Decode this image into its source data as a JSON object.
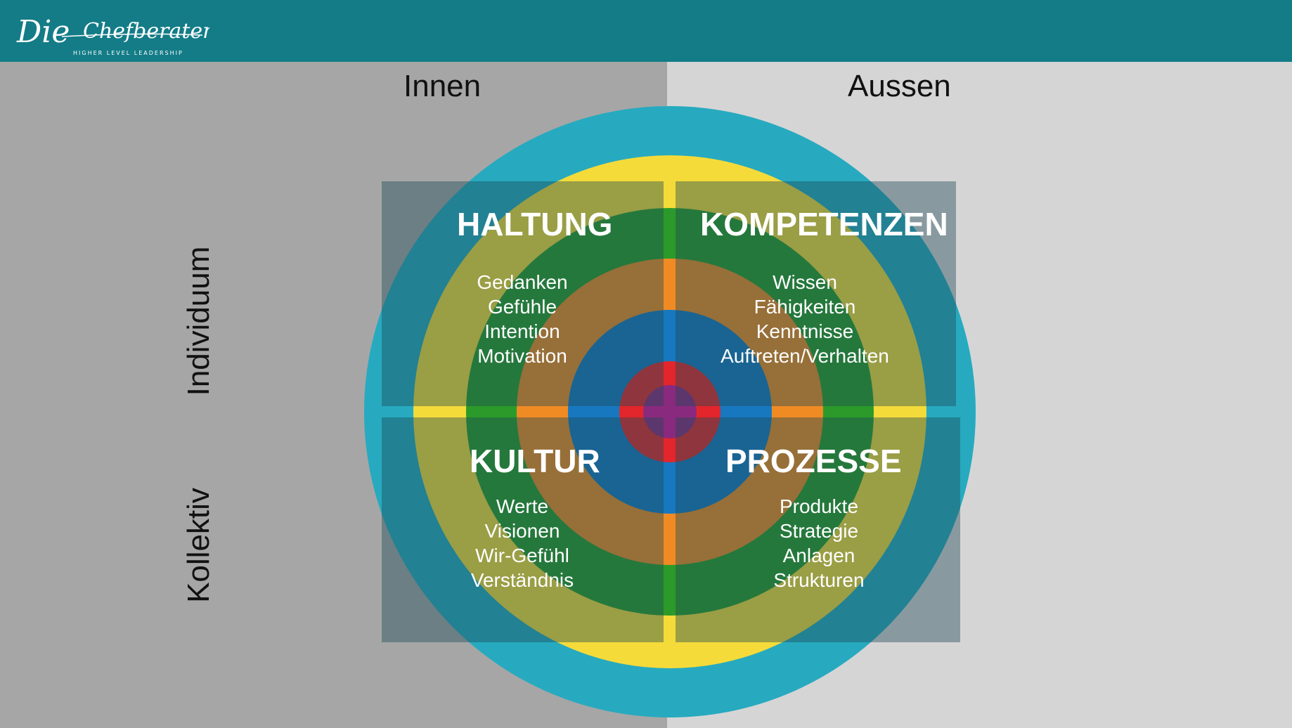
{
  "logo": {
    "title": "Die Chefberater",
    "tagline": "HIGHER LEVEL LEADERSHIP"
  },
  "columns": {
    "left": "Innen",
    "right": "Aussen"
  },
  "rows": {
    "top": "Individuum",
    "bottom": "Kollektiv"
  },
  "quadrants": {
    "top_left": {
      "title": "HALTUNG",
      "items": [
        "Gedanken",
        "Gefühle",
        "Intention",
        "Motivation"
      ]
    },
    "top_right": {
      "title": "KOMPETENZEN",
      "items": [
        "Wissen",
        "Fähigkeiten",
        "Kenntnisse",
        "Auftreten/Verhalten"
      ]
    },
    "bottom_left": {
      "title": "KULTUR",
      "items": [
        "Werte",
        "Visionen",
        "Wir-Gefühl",
        "Verständnis"
      ]
    },
    "bottom_right": {
      "title": "PROZESSE",
      "items": [
        "Produkte",
        "Strategie",
        "Anlagen",
        "Strukturen"
      ]
    }
  },
  "colors": {
    "header": "#137c87",
    "ring_outer": "#27aabf",
    "ring_yellow": "#f5db3a",
    "ring_green": "#2c9a2a",
    "ring_orange": "#f08b24",
    "ring_blue": "#1778c0",
    "ring_red": "#e2262c",
    "center": "#8a2a7e"
  }
}
